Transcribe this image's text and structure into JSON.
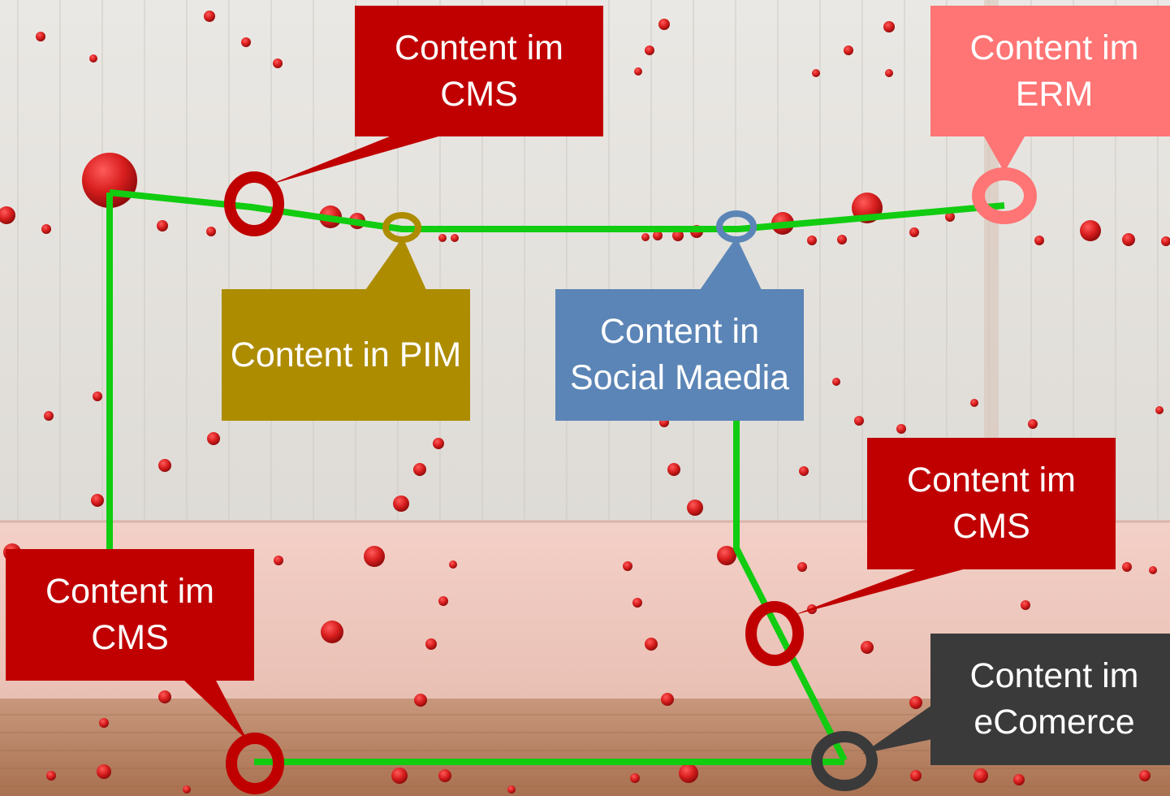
{
  "colors": {
    "connector": "#11cc11",
    "cms": "#c00000",
    "erm": "#ff7474",
    "pim": "#ad8c00",
    "social": "#5b85b6",
    "ecommerce": "#3a3a3a"
  },
  "callouts": {
    "cms_top": {
      "line1": "Content im",
      "line2": "CMS"
    },
    "erm": {
      "line1": "Content im",
      "line2": "ERM"
    },
    "pim": {
      "line1": "Content in PIM"
    },
    "social": {
      "line1": "Content in",
      "line2": "Social Maedia"
    },
    "cms_right": {
      "line1": "Content im",
      "line2": "CMS"
    },
    "cms_left": {
      "line1": "Content im",
      "line2": "CMS"
    },
    "ecommerce": {
      "line1": "Content im",
      "line2": "eComerce"
    }
  }
}
